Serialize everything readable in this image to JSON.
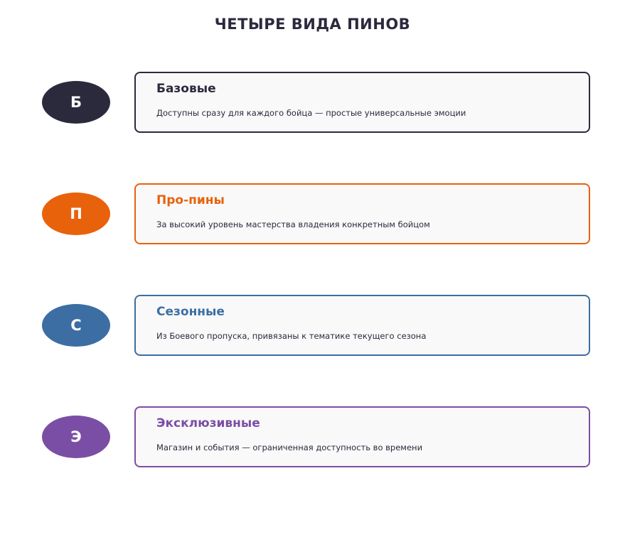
{
  "title": "ЧЕТЫРЕ ВИДА ПИНОВ",
  "items": [
    {
      "letter": "Б",
      "name": "Базовые",
      "description": "Доступны сразу для каждого бойца — простые универсальные эмоции",
      "color": "#2b2a3d"
    },
    {
      "letter": "П",
      "name": "Про-пины",
      "description": "За высокий уровень мастерства владения конкретным бойцом",
      "color": "#e8620c"
    },
    {
      "letter": "С",
      "name": "Сезонные",
      "description": "Из Боевого пропуска, привязаны к тематике текущего сезона",
      "color": "#3c6ea3"
    },
    {
      "letter": "Э",
      "name": "Эксклюзивные",
      "description": "Магазин и события — ограниченная доступность во времени",
      "color": "#7b4ea5"
    }
  ]
}
